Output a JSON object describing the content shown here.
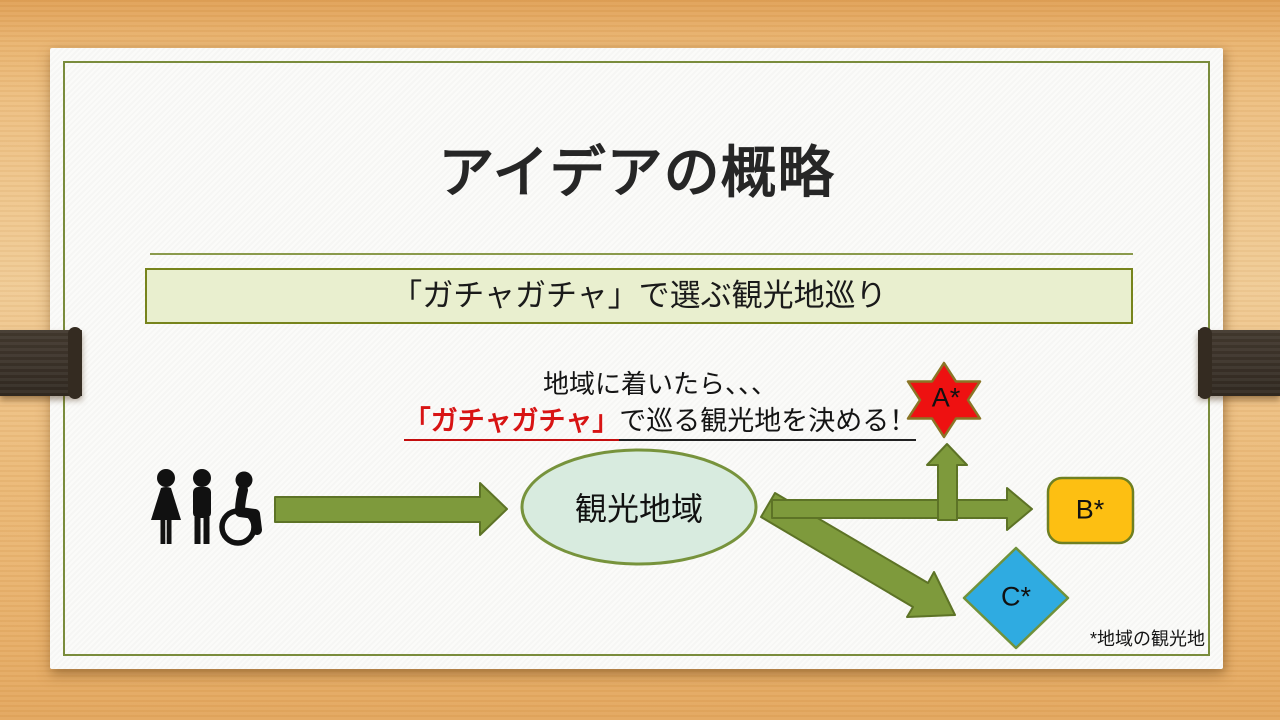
{
  "slide": {
    "title": "アイデアの概略",
    "subtitle_box": "「ガチャガチャ」で選ぶ観光地巡り",
    "instruction": {
      "line1": "地域に着いたら、、、",
      "line2_red": "「ガチャガチャ」",
      "line2_black": "で巡る観光地を決める！"
    },
    "diagram": {
      "hub_label": "観光地域",
      "nodes": [
        {
          "id": "A",
          "label": "A*",
          "shape": "six-point-star",
          "fill": "#ee1111",
          "stroke": "#8a7526"
        },
        {
          "id": "B",
          "label": "B*",
          "shape": "rounded-rectangle",
          "fill": "#fdbf12",
          "stroke": "#6f8022"
        },
        {
          "id": "C",
          "label": "C*",
          "shape": "diamond",
          "fill": "#2fabe1",
          "stroke": "#70923b"
        }
      ],
      "people": [
        "woman",
        "man",
        "wheelchair-user"
      ]
    },
    "footnote": "*地域の観光地",
    "colors": {
      "arrow_fill": "#7e9a3c",
      "arrow_stroke": "#5d7326",
      "ellipse_fill": "#d8ebdf",
      "ellipse_stroke": "#77933c",
      "accent_red": "#d81414",
      "box_fill": "#e9efcf",
      "box_border": "#77841c",
      "divider": "#8a9a4c",
      "wood": "#eec288",
      "band_brown": "#3a3128",
      "card_bg": "#fbfbf9"
    }
  }
}
